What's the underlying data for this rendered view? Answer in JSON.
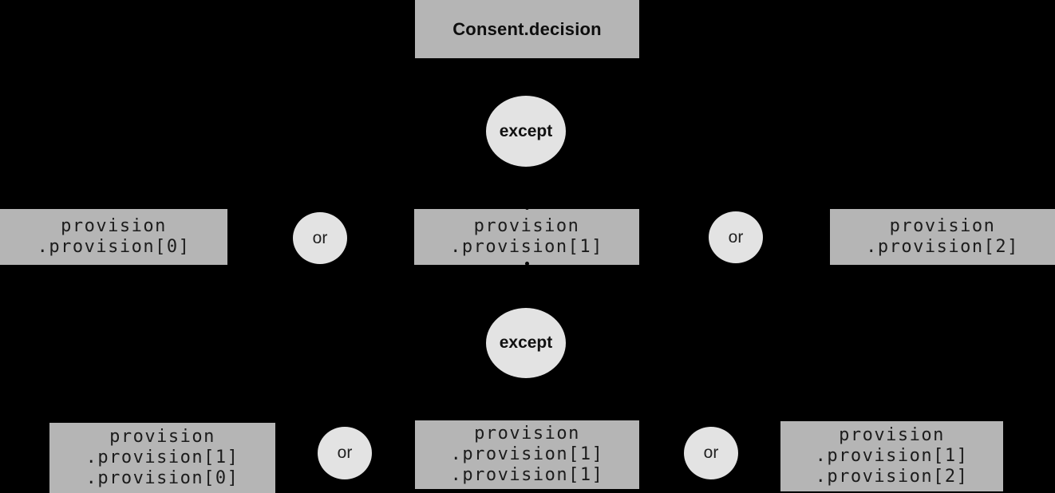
{
  "diagram": {
    "root": {
      "label": "Consent.decision"
    },
    "level1": {
      "except_label": "except",
      "nodes": [
        {
          "lines": [
            "provision",
            ".provision[0]"
          ]
        },
        {
          "lines": [
            "provision",
            ".provision[1]"
          ]
        },
        {
          "lines": [
            "provision",
            ".provision[2]"
          ]
        }
      ],
      "ors": [
        "or",
        "or"
      ]
    },
    "level2": {
      "except_label": "except",
      "nodes": [
        {
          "lines": [
            "provision",
            ".provision[1]",
            ".provision[0]"
          ]
        },
        {
          "lines": [
            "provision",
            ".provision[1]",
            ".provision[1]"
          ]
        },
        {
          "lines": [
            "provision",
            ".provision[1]",
            ".provision[2]"
          ]
        }
      ],
      "ors": [
        "or",
        "or"
      ]
    },
    "colors": {
      "background": "#000000",
      "node_fill": "#b5b5b5",
      "operator_fill": "#e3e3e3",
      "text": "#1c1c1c"
    }
  }
}
